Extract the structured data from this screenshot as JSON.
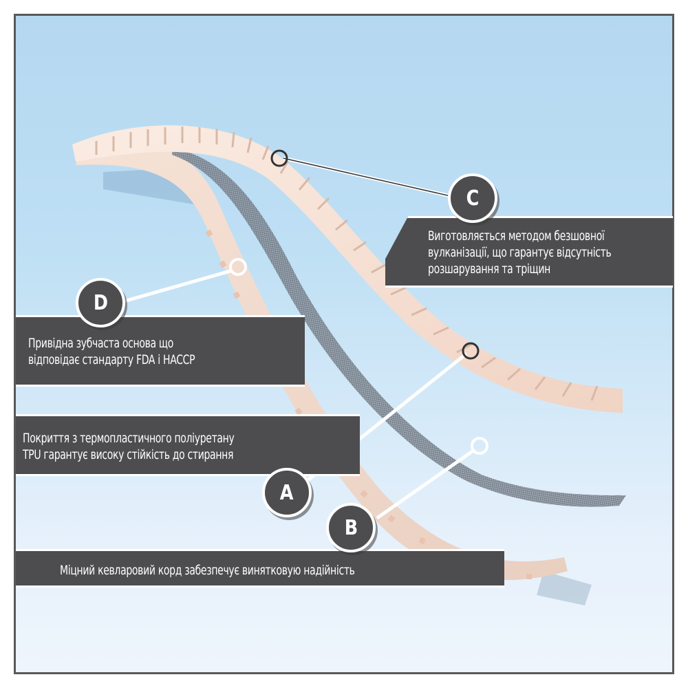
{
  "diagram": {
    "subject": "timing belt layered structure",
    "colors": {
      "background_top": "#b5d8f1",
      "background_bottom": "#eef5fd",
      "band": "#4d4d4f",
      "belt": "#f0d6c8",
      "frame": "#58595b"
    }
  },
  "callouts": {
    "c": {
      "letter": "C",
      "lines": [
        "Виготовляється методом безшовної",
        "вулканізації, що гарантує відсутність",
        "розшарування та тріщин"
      ]
    },
    "d": {
      "letter": "D",
      "lines": [
        "Привідна зубчаста основа що",
        "відповідає стандарту FDA і HACCP"
      ]
    },
    "a": {
      "letter": "A",
      "lines": [
        "Покриття з термопластичного поліуретану",
        "TPU гарантує високу стійкість до стирання"
      ]
    },
    "b": {
      "letter": "B",
      "lines": [
        "Міцний кевларовий корд забезпечує винятковую надійність"
      ]
    }
  }
}
